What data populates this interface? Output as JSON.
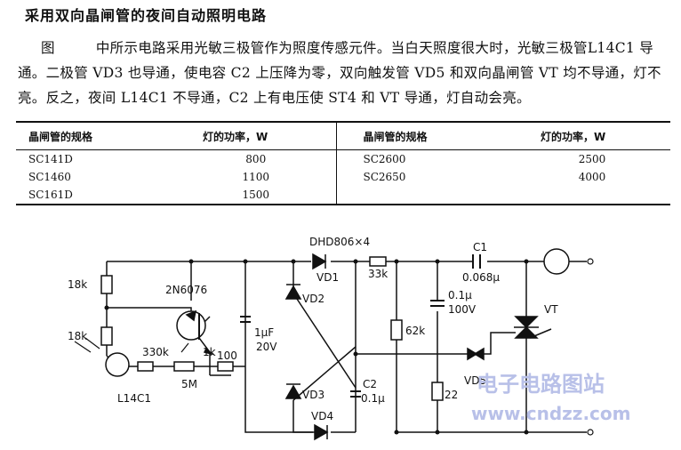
{
  "title": "采用双向晶闸管的夜间自动照明电路",
  "paragraph": {
    "figure_ref": "图",
    "text": "中所示电路采用光敏三极管作为照度传感元件。当白天照度很大时，光敏三极管L14C1 导通。二极管 VD3 也导通，使电容 C2 上压降为零，双向触发管 VD5 和双向晶闸管 VT 均不导通，灯不亮。反之，夜间 L14C1 不导通，C2 上有电压使 ST4 和 VT 导通，灯自动会亮。"
  },
  "table": {
    "headers": [
      "晶闸管的规格",
      "灯的功率，W",
      "晶闸管的规格",
      "灯的功率，W"
    ],
    "rows": [
      [
        "SC141D",
        "800",
        "SC2600",
        "2500"
      ],
      [
        "SC1460",
        "1100",
        "SC2650",
        "4000"
      ],
      [
        "SC161D",
        "1500",
        "",
        ""
      ]
    ]
  },
  "circuit": {
    "labels": {
      "r1": "18k",
      "r2": "18k",
      "q1": "2N6076",
      "pt": "L14C1",
      "r3": "330k",
      "pot1": "1k",
      "pot2": "5M",
      "r4": "100",
      "c3a": "1μF",
      "c3b": "20V",
      "bridge": "DHD806×4",
      "vd1": "VD1",
      "vd2": "VD2",
      "vd3": "VD3",
      "vd4": "VD4",
      "r5": "33k",
      "r6": "62k",
      "c2a": "C2",
      "c2b": "0.1μ",
      "c1a": "C1",
      "c1b": "0.068μ",
      "c4a": "0.1μ",
      "c4b": "100V",
      "r7": "22",
      "vd5": "VD5",
      "vt": "VT"
    },
    "watermark": {
      "cn": "电子电路图站",
      "url": "www.cndzz.com"
    }
  }
}
